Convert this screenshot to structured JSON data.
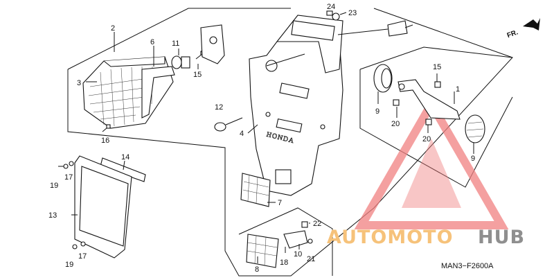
{
  "callouts": [
    {
      "id": "1",
      "text": "1"
    },
    {
      "id": "2",
      "text": "2"
    },
    {
      "id": "3",
      "text": "3"
    },
    {
      "id": "4",
      "text": "4"
    },
    {
      "id": "6",
      "text": "6"
    },
    {
      "id": "7",
      "text": "7"
    },
    {
      "id": "8",
      "text": "8"
    },
    {
      "id": "9a",
      "text": "9"
    },
    {
      "id": "9b",
      "text": "9"
    },
    {
      "id": "10",
      "text": "10"
    },
    {
      "id": "11",
      "text": "11"
    },
    {
      "id": "12",
      "text": "12"
    },
    {
      "id": "13",
      "text": "13"
    },
    {
      "id": "14",
      "text": "14"
    },
    {
      "id": "15a",
      "text": "15"
    },
    {
      "id": "15b",
      "text": "15"
    },
    {
      "id": "16",
      "text": "16"
    },
    {
      "id": "17a",
      "text": "17"
    },
    {
      "id": "17b",
      "text": "17"
    },
    {
      "id": "18",
      "text": "18"
    },
    {
      "id": "19a",
      "text": "19"
    },
    {
      "id": "19b",
      "text": "19"
    },
    {
      "id": "20a",
      "text": "20"
    },
    {
      "id": "20b",
      "text": "20"
    },
    {
      "id": "21",
      "text": "21"
    },
    {
      "id": "22",
      "text": "22"
    },
    {
      "id": "23",
      "text": "23"
    },
    {
      "id": "24",
      "text": "24"
    }
  ],
  "direction_label": "FR.",
  "fender_text": "HONDA",
  "diagram_code": "MAN3−F2600A",
  "watermark": {
    "part1": "AUTOMOTO",
    "part2": "HUB",
    "color1": "#f6c27a",
    "color2": "#8f8f8f",
    "triangle_color": "#f08080"
  }
}
